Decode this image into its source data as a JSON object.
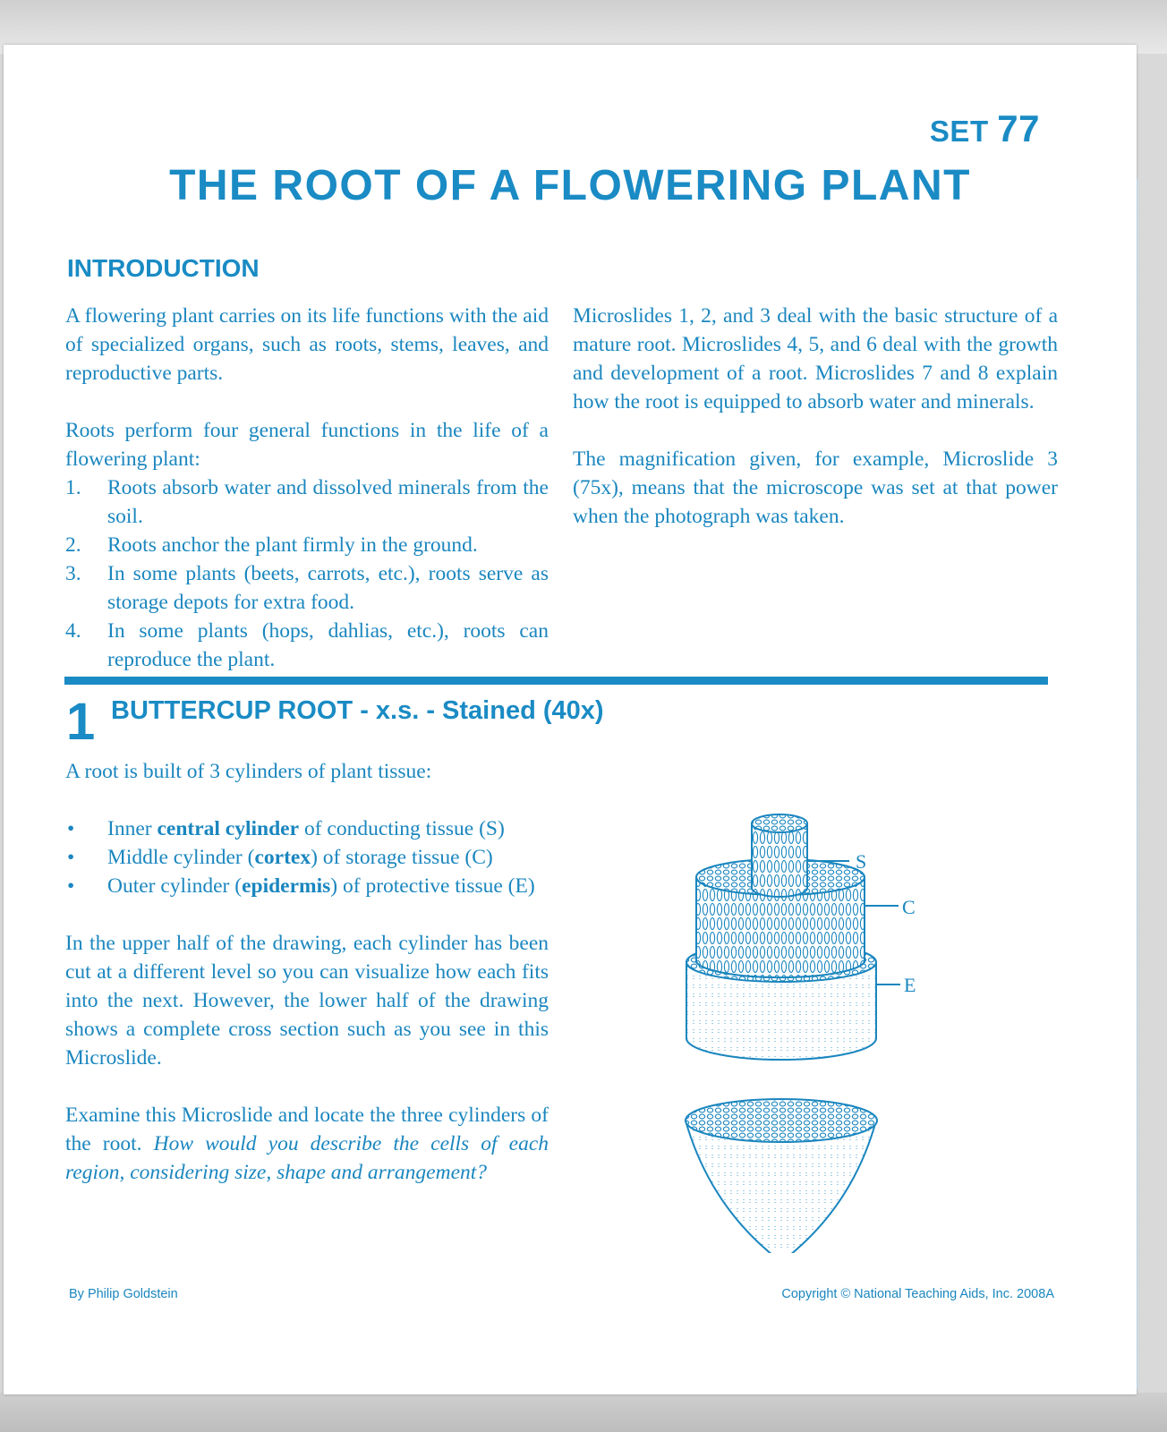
{
  "header": {
    "set_label": "SET",
    "set_number": "77",
    "title": "THE ROOT OF A FLOWERING PLANT"
  },
  "introduction": {
    "heading": "INTRODUCTION",
    "left_para1": "A flowering plant carries on its life functions with the aid of specialized organs, such as roots, stems, leaves, and reproductive parts.",
    "left_para2": "Roots perform four general functions in the life of a flowering plant:",
    "functions": [
      {
        "num": "1.",
        "text": "Roots absorb water and dissolved minerals from the soil."
      },
      {
        "num": "2.",
        "text": "Roots anchor the plant firmly in the ground."
      },
      {
        "num": "3.",
        "text": "In some plants (beets, carrots, etc.), roots serve as storage depots for extra food."
      },
      {
        "num": "4.",
        "text": "In some plants (hops, dahlias, etc.), roots can reproduce the plant."
      }
    ],
    "right_para1": "Microslides 1, 2, and 3 deal with the basic structure of a mature root. Microslides 4, 5, and 6 deal with the growth and development of a root. Microslides 7 and 8 explain how the root is equipped to absorb water and minerals.",
    "right_para2": "The magnification given, for example, Microslide 3 (75x), means that the microscope was set at that power when the photograph was taken."
  },
  "section1": {
    "number": "1",
    "title": "BUTTERCUP ROOT - x.s. - Stained (40x)",
    "intro": "A root is built of 3 cylinders of plant tissue:",
    "bullet_mark": "•",
    "bullets": [
      {
        "pre": "Inner ",
        "bold": "central cylinder",
        "post": " of conducting tissue (S)"
      },
      {
        "pre": "Middle cylinder (",
        "bold": "cortex",
        "post": ") of storage tissue (C)"
      },
      {
        "pre": "Outer cylinder (",
        "bold": "epidermis",
        "post": ") of protective tissue (E)"
      }
    ],
    "para2": "In the upper half of the drawing, each cylinder has been cut at a different level so you can visualize how each fits into the next. However, the lower half of the drawing shows a complete cross section such as you see in this Microslide.",
    "para3_plain": "Examine this Microslide and locate the three cylinders of the root.",
    "para3_italic": "How would you describe the cells of each region, considering size, shape and arrangement?"
  },
  "diagram": {
    "label_s": "S",
    "label_c": "C",
    "label_e": "E",
    "ink_color": "#1a86bf"
  },
  "footer": {
    "author": "By Philip Goldstein",
    "copyright": "Copyright © National Teaching Aids, Inc. 2008A"
  }
}
